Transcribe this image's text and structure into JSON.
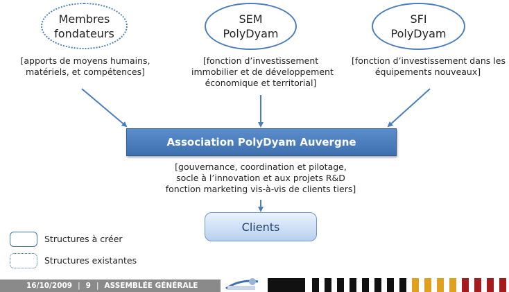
{
  "nodes": {
    "membres": {
      "line1": "Membres",
      "line2": "fondateurs",
      "desc1": "[apports de moyens humains,",
      "desc2": "matériels, et compétences]"
    },
    "sem": {
      "line1": "SEM",
      "line2": "PolyDyam",
      "desc1": "[fonction d’investissement",
      "desc2": "immobilier et de développement",
      "desc3": "économique et territorial]"
    },
    "sfi": {
      "line1": "SFI",
      "line2": "PolyDyam",
      "desc1": "[fonction d’investissement dans les",
      "desc2": "équipements nouveaux]"
    },
    "association": {
      "label": "Association PolyDyam Auvergne",
      "desc1": "[gouvernance, coordination et pilotage,",
      "desc2": "socle à l’innovation et aux projets R&D",
      "desc3": "fonction marketing vis-à-vis de clients tiers]"
    },
    "clients": {
      "label": "Clients"
    }
  },
  "legend": {
    "to_create": "Structures à créer",
    "existing": "Structures existantes"
  },
  "footer": {
    "date": "16/10/2009",
    "page": "9",
    "section": "ASSEMBLÉE GÉNÉRALE"
  },
  "colors": {
    "accent_blue": "#4a7dbd",
    "box_blue": "#3e6fae",
    "stripe_black": "#111111",
    "stripe_gold": "#e0a020",
    "stripe_red": "#a61c1c"
  }
}
